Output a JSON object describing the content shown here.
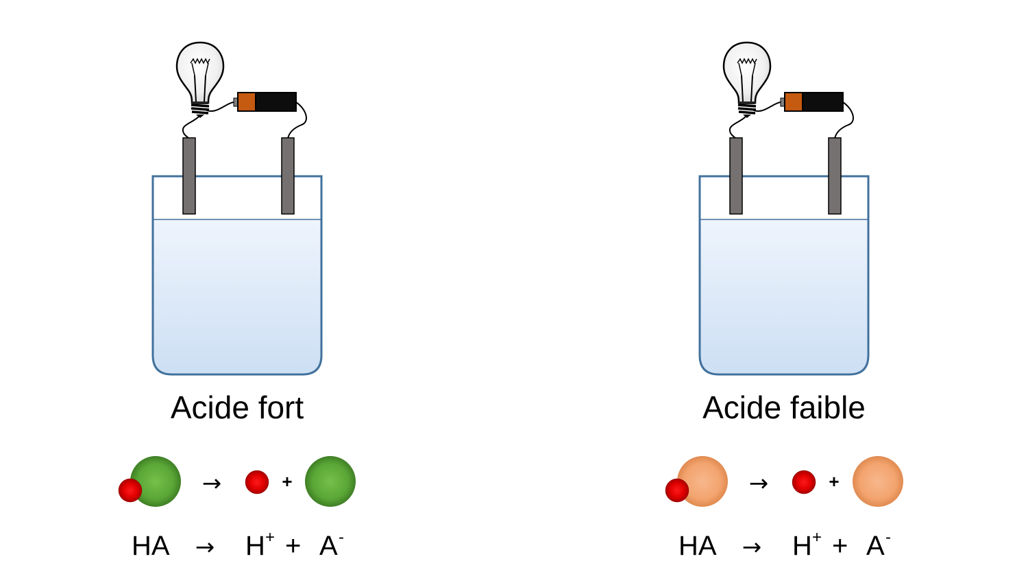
{
  "panels": [
    {
      "title": "Acide fort",
      "ion_color": "green",
      "equation": {
        "reactant": "HA",
        "arrow": "→",
        "proton": "H",
        "proton_charge": "+",
        "plus": "+",
        "anion": "A",
        "anion_charge": "-"
      },
      "molecule_arrow": "→",
      "molecule_plus": "+"
    },
    {
      "title": "Acide faible",
      "ion_color": "orange",
      "equation": {
        "reactant": "HA",
        "arrow": "→",
        "proton": "H",
        "proton_charge": "+",
        "plus": "+",
        "anion": "A",
        "anion_charge": "-"
      },
      "molecule_arrow": "→",
      "molecule_plus": "+"
    }
  ],
  "colors": {
    "beaker_outline": "#41719c",
    "liquid_top": "#eaf2fb",
    "liquid_bottom": "#cfe0f5",
    "electrode": "#767171",
    "battery_cap": "#c55a11",
    "battery_body": "#0d0d0d",
    "hydrogen": "#e00000",
    "anion_green": "#5fa83a",
    "anion_orange": "#f0a070"
  },
  "icons": [
    "light-bulb-icon",
    "battery-icon",
    "electrode-icon",
    "beaker-icon"
  ]
}
